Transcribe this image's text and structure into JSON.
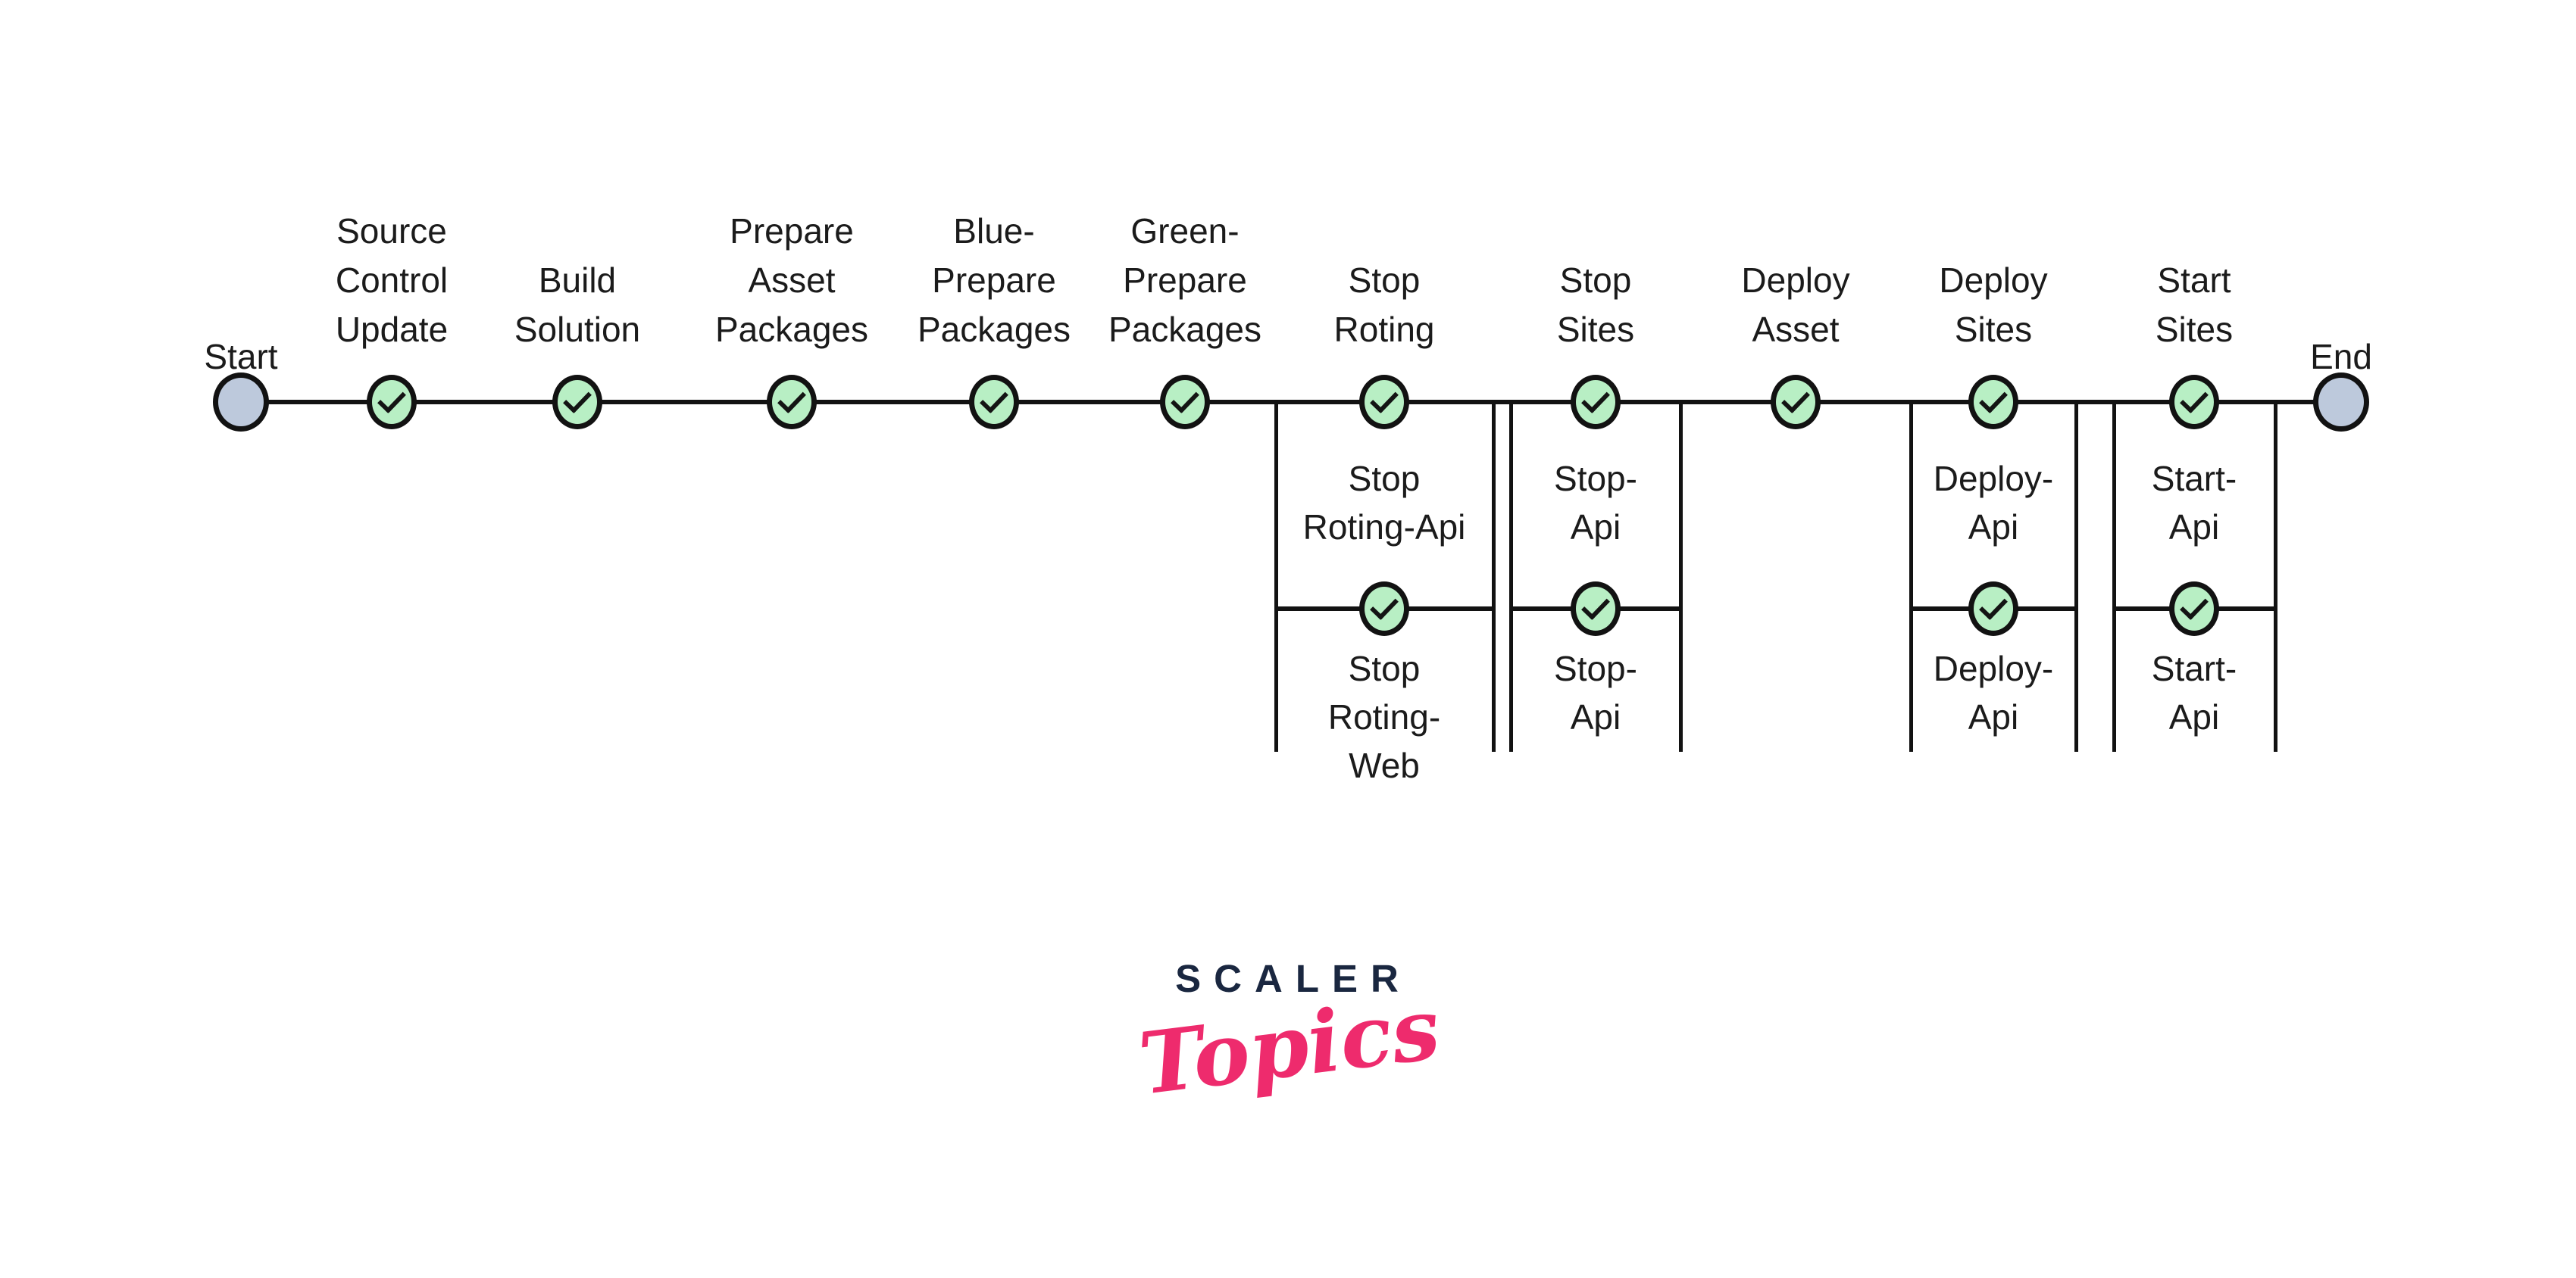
{
  "pipeline": {
    "stages": [
      {
        "label": "Start",
        "status": "start"
      },
      {
        "label": "Source\nControl\nUpdate",
        "status": "completed"
      },
      {
        "label": "Build\nSolution",
        "status": "completed"
      },
      {
        "label": "Prepare\nAsset\nPackages",
        "status": "completed"
      },
      {
        "label": "Blue-\nPrepare\nPackages",
        "status": "completed"
      },
      {
        "label": "Green-\nPrepare\nPackages",
        "status": "completed"
      },
      {
        "label": "Stop\nRoting",
        "status": "completed",
        "jobs": [
          "Stop\nRoting-Api",
          "Stop\nRoting-\nWeb"
        ]
      },
      {
        "label": "Stop\nSites",
        "status": "completed",
        "jobs": [
          "Stop-\nApi",
          "Stop-\nApi"
        ]
      },
      {
        "label": "Deploy\nAsset",
        "status": "completed"
      },
      {
        "label": "Deploy\nSites",
        "status": "completed",
        "jobs": [
          "Deploy-\nApi",
          "Deploy-\nApi"
        ]
      },
      {
        "label": "Start\nSites",
        "status": "completed",
        "jobs": [
          "Start-\nApi",
          "Start-\nApi"
        ]
      },
      {
        "label": "End",
        "status": "end"
      }
    ],
    "colors": {
      "completed_node_fill": "#b8efc4",
      "terminal_node_fill": "#bdc9dc",
      "line": "#121212",
      "text": "#1b1b1b"
    }
  },
  "logo": {
    "wordmark": "SCALER",
    "script": "Topics",
    "wordmark_color": "#1a2740",
    "script_color": "#ee2b6d"
  }
}
